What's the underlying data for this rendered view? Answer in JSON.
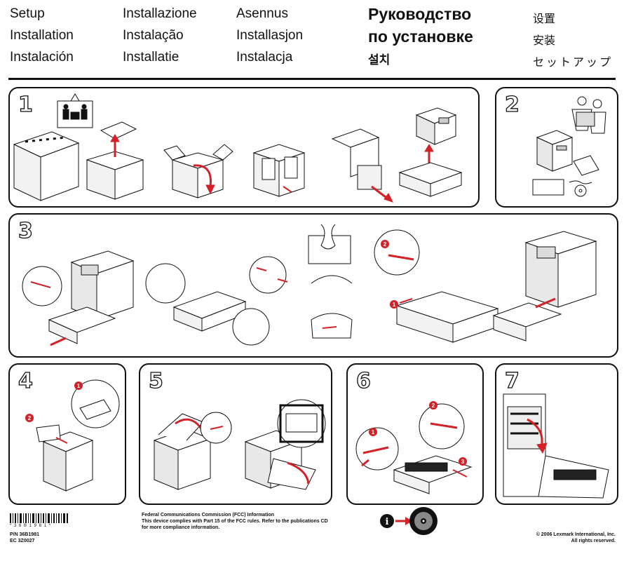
{
  "header": {
    "col1": [
      "Setup",
      "Installation",
      "Instalación"
    ],
    "col2": [
      "Installazione",
      "Instalação",
      "Installatie"
    ],
    "col3": [
      "Asennus",
      "Installasjon",
      "Instalacja"
    ],
    "russian": [
      "Руководство",
      "по установке"
    ],
    "korean": "설치",
    "col5": [
      "设置",
      "安装",
      "セットアップ"
    ]
  },
  "steps": {
    "s1": "1",
    "s2": "2",
    "s3": "3",
    "s4": "4",
    "s5": "5",
    "s6": "6",
    "s7": "7"
  },
  "callouts": {
    "step3_a": "2",
    "step3_b": "1",
    "step4_a": "1",
    "step4_b": "2",
    "step6_a": "1",
    "step6_b": "2",
    "step6_c": "3"
  },
  "footer": {
    "barcode_number": "* 3 6 B 1 9 8 1 *",
    "part_number": "P/N 36B1981",
    "ec_number": "EC 3Z0027",
    "fcc_title": "Federal Communications Commission (FCC) Information",
    "fcc_line1": "This device complies with Part 15 of the FCC rules. Refer to the publications CD",
    "fcc_line2": "for more compliance information.",
    "copyright": "© 2006 Lexmark International, Inc.",
    "rights": "All rights reserved.",
    "info_icon_glyph": "i"
  },
  "colors": {
    "accent_red": "#d42027",
    "line": "#111111",
    "gray": "#9a9a9a"
  }
}
